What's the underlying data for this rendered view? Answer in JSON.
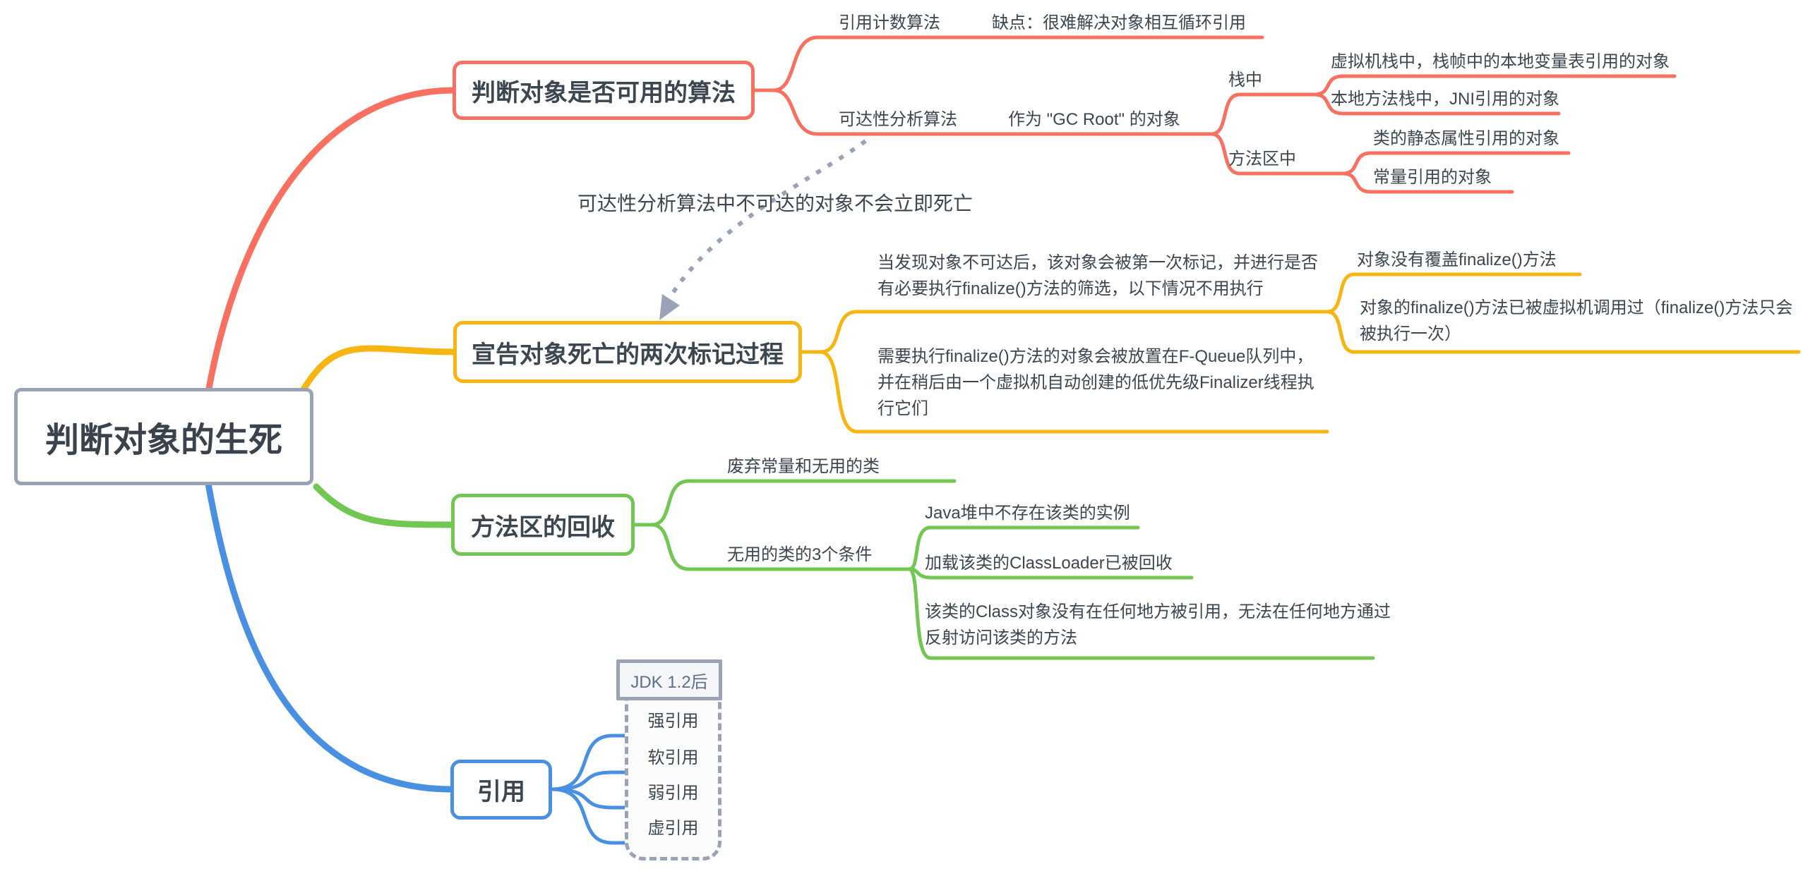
{
  "title": "判断对象的生死",
  "colors": {
    "branch_algorithm": "#f8705f",
    "branch_two_marks": "#f7b511",
    "branch_method_area": "#72c652",
    "branch_references": "#4a90e2",
    "neutral_gray": "#9aa3b5",
    "text": "#3c4650"
  },
  "root": {
    "label": "判断对象的生死"
  },
  "alg": {
    "node": "判断对象是否可用的算法",
    "rc": {
      "label": "引用计数算法",
      "drawback": "缺点：很难解决对象相互循环引用"
    },
    "ra": {
      "label": "可达性分析算法",
      "gc_root": "作为 \"GC Root\" 的对象",
      "stack": {
        "label": "栈中",
        "vm": "虚拟机栈中，栈帧中的本地变量表引用的对象",
        "native": "本地方法栈中，JNI引用的对象"
      },
      "ma": {
        "label": "方法区中",
        "static_ref": "类的静态属性引用的对象",
        "const_ref": "常量引用的对象"
      }
    }
  },
  "note": {
    "text": "可达性分析算法中不可达的对象不会立即死亡"
  },
  "marks": {
    "node": "宣告对象死亡的两次标记过程",
    "first": "当发现对象不可达后，该对象会被第一次标记，并进行是否有必要执行finalize()方法的筛选，以下情况不用执行",
    "no_finalize": "对象没有覆盖finalize()方法",
    "finalize_once": "对象的finalize()方法已被虚拟机调用过（finalize()方法只会被执行一次）",
    "f_queue": "需要执行finalize()方法的对象会被放置在F-Queue队列中，并在稍后由一个虚拟机自动创建的低优先级Finalizer线程执行它们"
  },
  "mgc": {
    "node": "方法区的回收",
    "targets": "废弃常量和无用的类",
    "useless": "无用的类的3个条件",
    "cond1": "Java堆中不存在该类的实例",
    "cond2": "加载该类的ClassLoader已被回收",
    "cond3": "该类的Class对象没有在任何地方被引用，无法在任何地方通过反射访问该类的方法"
  },
  "refs": {
    "node": "引用",
    "jdk": "JDK 1.2后",
    "strong": "强引用",
    "soft": "软引用",
    "weak": "弱引用",
    "phantom": "虚引用"
  }
}
